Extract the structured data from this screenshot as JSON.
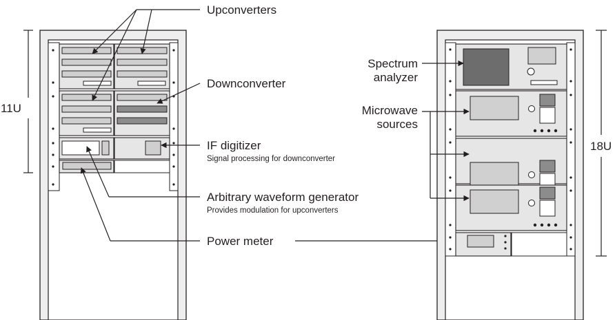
{
  "labels": {
    "upconverters": "Upconverters",
    "downconverter": "Downconverter",
    "if_digitizer": "IF digitizer",
    "if_digitizer_sub": "Signal processing for downconverter",
    "awg": "Arbitrary waveform generator",
    "awg_sub": "Provides modulation for upconverters",
    "power_meter": "Power meter",
    "spectrum_analyzer_line1": "Spectrum",
    "spectrum_analyzer_line2": "analyzer",
    "microwave_sources_line1": "Microwave",
    "microwave_sources_line2": "sources"
  },
  "dimensions": {
    "left_rack": "11U",
    "right_rack": "18U"
  },
  "colors": {
    "line": "#231f20",
    "rack_fill": "#eeeeee",
    "dark_slot": "#8c8c8c",
    "screen_dark": "#6d6d6d"
  }
}
